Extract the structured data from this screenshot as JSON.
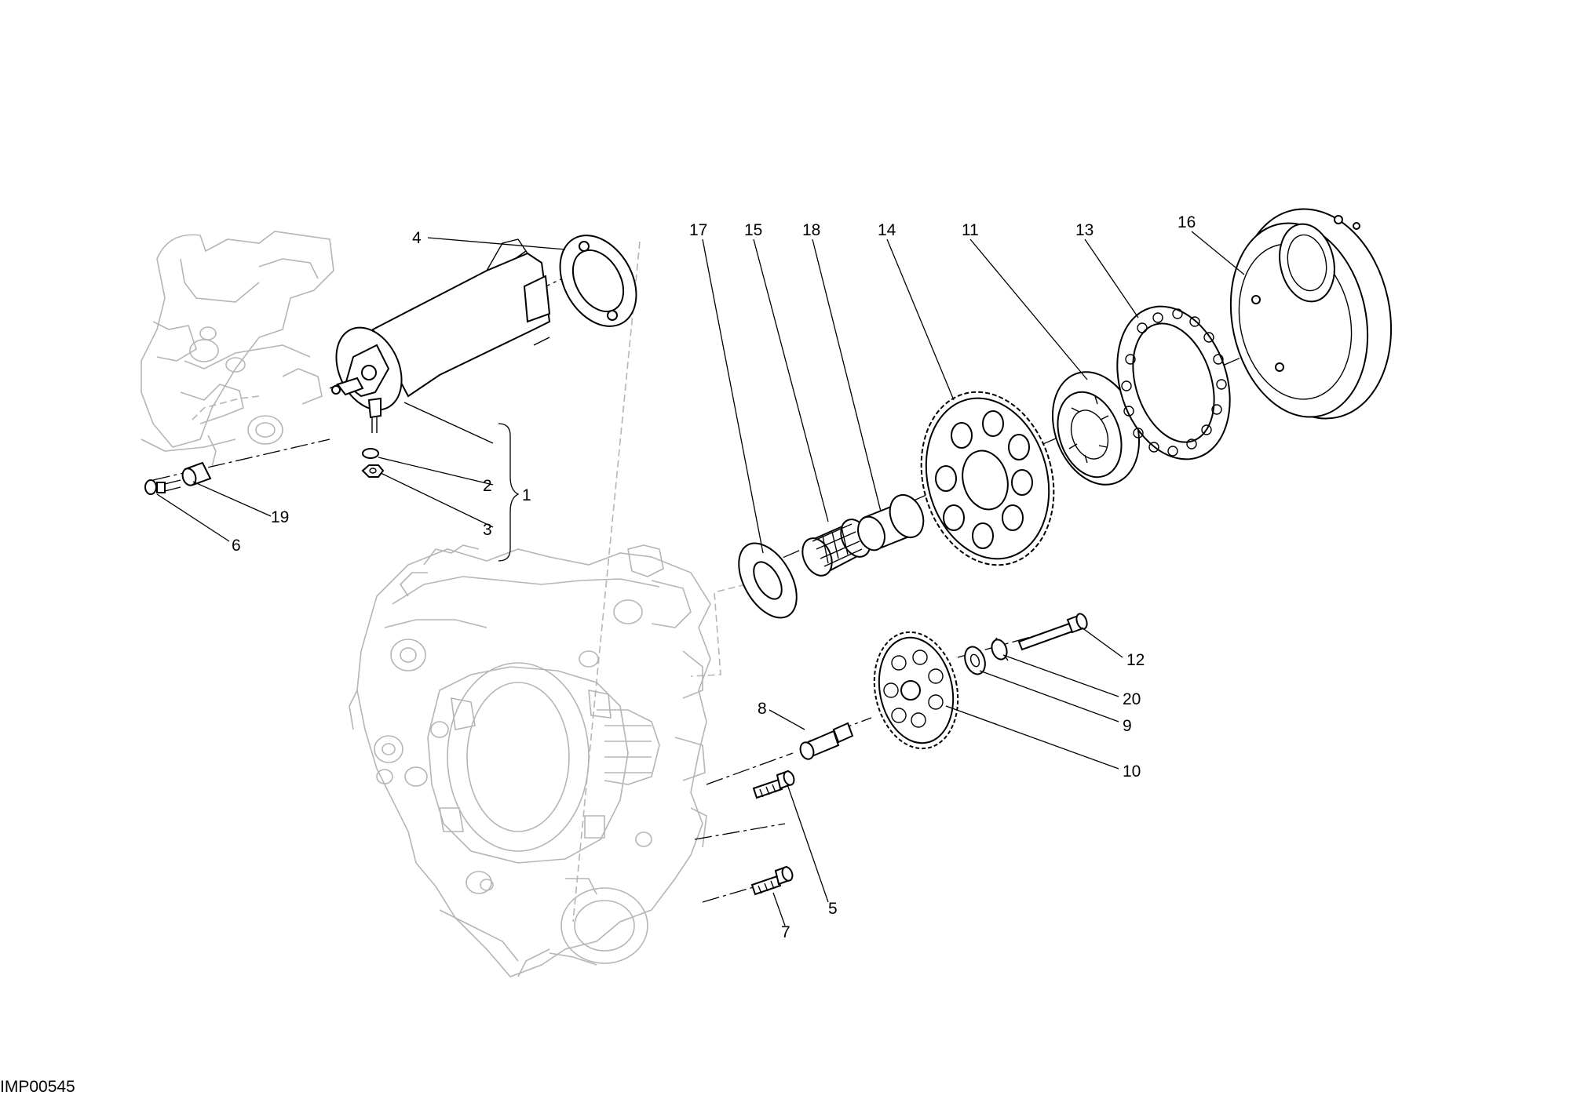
{
  "figure": {
    "code": "IMP00545"
  },
  "callouts": {
    "c1": "1",
    "c2": "2",
    "c3": "3",
    "c4": "4",
    "c5": "5",
    "c6": "6",
    "c7": "7",
    "c8": "8",
    "c9": "9",
    "c10": "10",
    "c11": "11",
    "c12": "12",
    "c13": "13",
    "c14": "14",
    "c15": "15",
    "c16": "16",
    "c17": "17",
    "c18": "18",
    "c19": "19",
    "c20": "20"
  }
}
